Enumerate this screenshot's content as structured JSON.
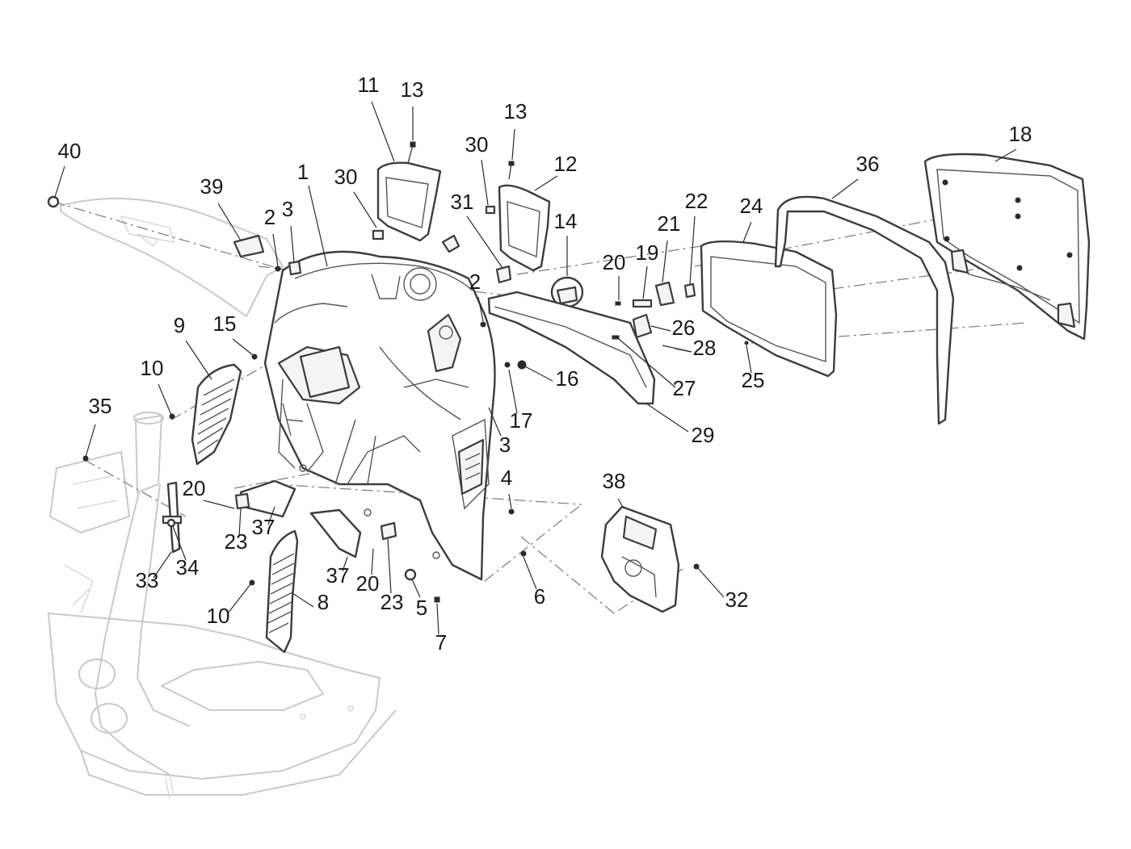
{
  "diagram": {
    "callouts": [
      {
        "id": "c1",
        "label": "1"
      },
      {
        "id": "c2a",
        "label": "2"
      },
      {
        "id": "c2b",
        "label": "2"
      },
      {
        "id": "c3a",
        "label": "3"
      },
      {
        "id": "c3b",
        "label": "3"
      },
      {
        "id": "c4",
        "label": "4"
      },
      {
        "id": "c5",
        "label": "5"
      },
      {
        "id": "c6",
        "label": "6"
      },
      {
        "id": "c7",
        "label": "7"
      },
      {
        "id": "c8",
        "label": "8"
      },
      {
        "id": "c9",
        "label": "9"
      },
      {
        "id": "c10a",
        "label": "10"
      },
      {
        "id": "c10b",
        "label": "10"
      },
      {
        "id": "c11",
        "label": "11"
      },
      {
        "id": "c12",
        "label": "12"
      },
      {
        "id": "c13a",
        "label": "13"
      },
      {
        "id": "c13b",
        "label": "13"
      },
      {
        "id": "c14",
        "label": "14"
      },
      {
        "id": "c15",
        "label": "15"
      },
      {
        "id": "c16",
        "label": "16"
      },
      {
        "id": "c17",
        "label": "17"
      },
      {
        "id": "c18",
        "label": "18"
      },
      {
        "id": "c19",
        "label": "19"
      },
      {
        "id": "c20a",
        "label": "20"
      },
      {
        "id": "c20b",
        "label": "20"
      },
      {
        "id": "c20c",
        "label": "20"
      },
      {
        "id": "c21",
        "label": "21"
      },
      {
        "id": "c22",
        "label": "22"
      },
      {
        "id": "c23a",
        "label": "23"
      },
      {
        "id": "c23b",
        "label": "23"
      },
      {
        "id": "c24",
        "label": "24"
      },
      {
        "id": "c25",
        "label": "25"
      },
      {
        "id": "c26",
        "label": "26"
      },
      {
        "id": "c27",
        "label": "27"
      },
      {
        "id": "c28",
        "label": "28"
      },
      {
        "id": "c29",
        "label": "29"
      },
      {
        "id": "c30a",
        "label": "30"
      },
      {
        "id": "c30b",
        "label": "30"
      },
      {
        "id": "c31",
        "label": "31"
      },
      {
        "id": "c32",
        "label": "32"
      },
      {
        "id": "c33",
        "label": "33"
      },
      {
        "id": "c34",
        "label": "34"
      },
      {
        "id": "c35",
        "label": "35"
      },
      {
        "id": "c36",
        "label": "36"
      },
      {
        "id": "c37a",
        "label": "37"
      },
      {
        "id": "c37b",
        "label": "37"
      },
      {
        "id": "c38",
        "label": "38"
      },
      {
        "id": "c39",
        "label": "39"
      },
      {
        "id": "c40",
        "label": "40"
      }
    ]
  }
}
